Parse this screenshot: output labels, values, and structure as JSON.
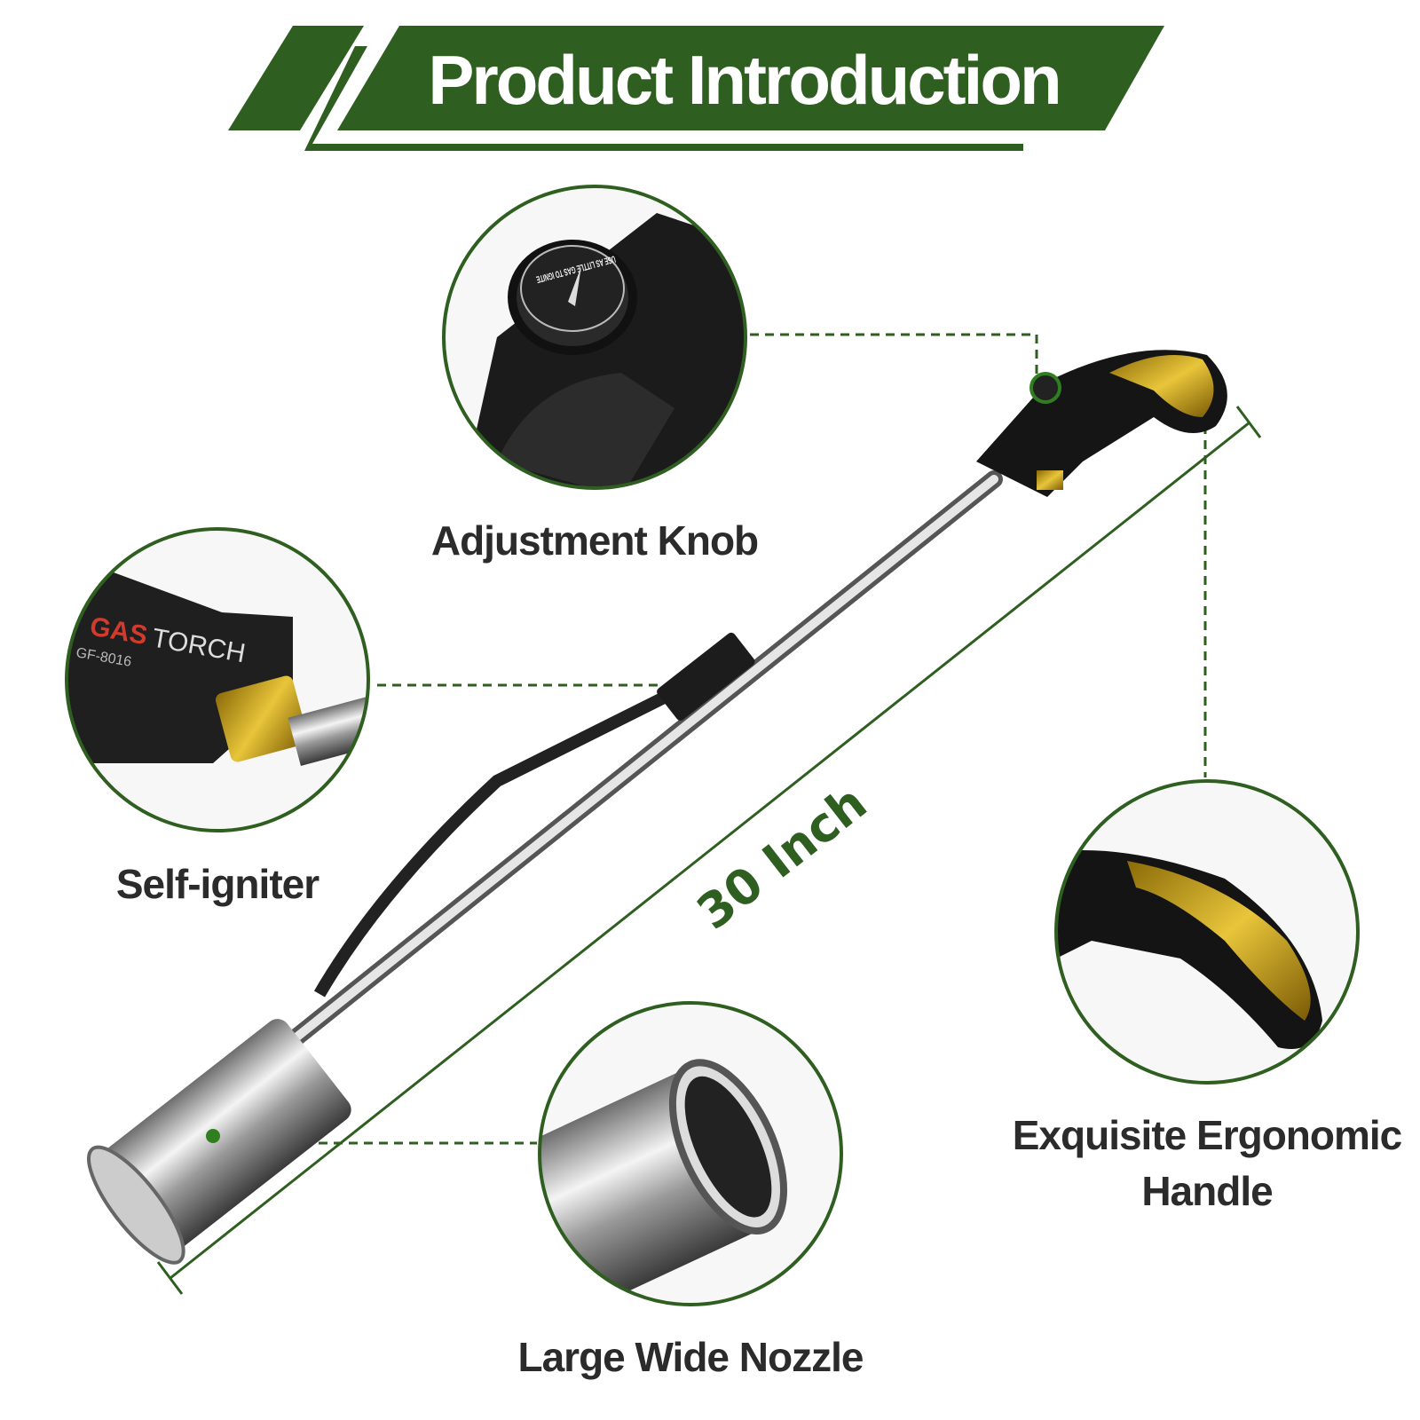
{
  "header": {
    "title": "Product Introduction"
  },
  "colors": {
    "accent": "#2f5f20",
    "label_text": "#2b2b2b",
    "gold": "#c9a21a"
  },
  "callouts": {
    "knob": "Adjustment Knob",
    "igniter": "Self-igniter",
    "handle_line1": "Exquisite Ergonomic",
    "handle_line2": "Handle",
    "nozzle": "Large Wide Nozzle"
  },
  "dimension": {
    "length": "30 Inch"
  },
  "product_marks": {
    "brand": "GASTORCH",
    "model": "GF-8016",
    "knob_text": "USE AS LITTLE GAS TO IGNITE"
  }
}
